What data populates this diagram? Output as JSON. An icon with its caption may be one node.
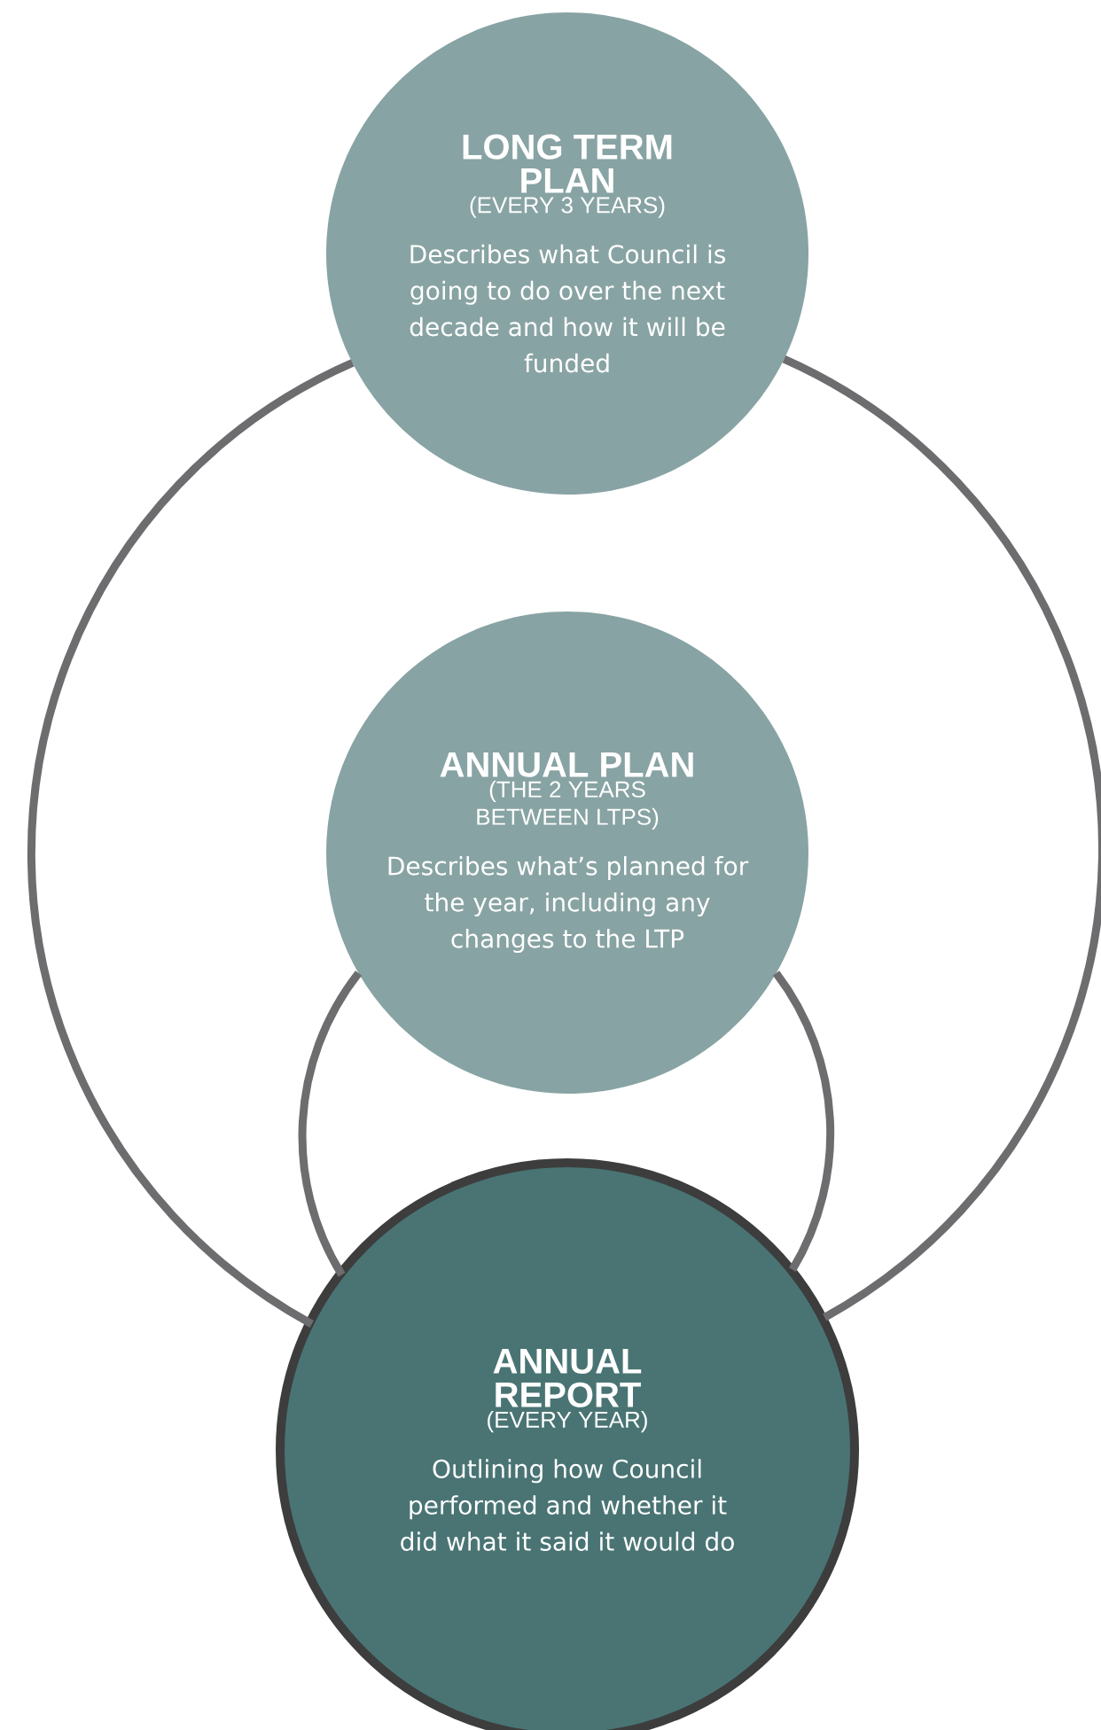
{
  "diagram": {
    "nodes": [
      {
        "text": [
          "LONG TERM PLAN",
          "(EVERY 3 YEARS)",
          "Describes what Council is going to do over the next decade and how it will be funded"
        ]
      },
      {
        "text": [
          "ANNUAL PLAN",
          "(THE 2 YEARS BETWEEN LTPS)",
          "Describes what’s planned for the year, including any changes to the LTP"
        ]
      },
      {
        "text": [
          "ANNUAL REPORT",
          "(EVERY YEAR)",
          "Outlining how Council performed and whether it did what it said it would do"
        ]
      }
    ],
    "edges": [
      {
        "from": 0,
        "to": 2,
        "arrow": "none"
      },
      {
        "from": 0,
        "to": 2,
        "arrow": "none"
      },
      {
        "from": 1,
        "to": 2,
        "arrow": "none"
      },
      {
        "from": 1,
        "to": 2,
        "arrow": "none"
      }
    ]
  }
}
